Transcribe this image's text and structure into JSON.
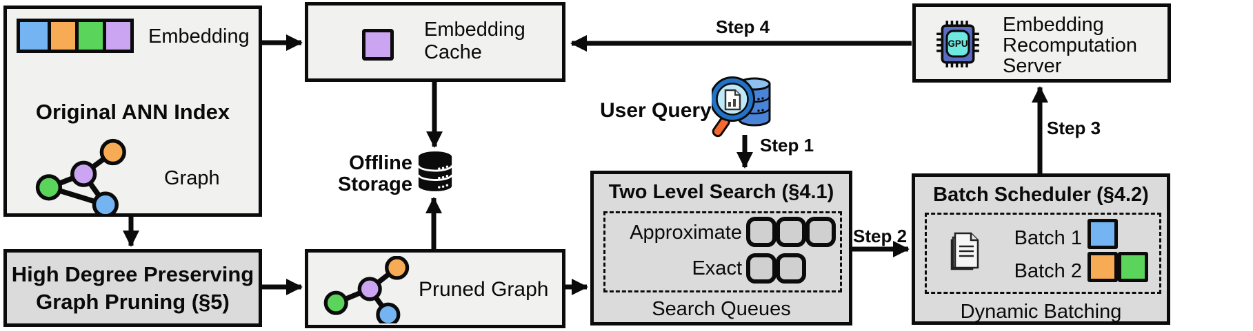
{
  "palette": {
    "blue": "#74B4F2",
    "orange": "#F7AB55",
    "green": "#5BD45B",
    "purple": "#CBA5F1"
  },
  "surfaces": {
    "box_light": "#f1f1f0",
    "box_dark": "#dbdbdb",
    "queue_fill": "#d0d0d0",
    "border": "#0b0b0b"
  },
  "index_box": {
    "title": "Original ANN Index",
    "embedding_label": "Embedding",
    "graph_label": "Graph"
  },
  "cache_box": {
    "line1": "Embedding",
    "line2": "Cache"
  },
  "offline_storage": {
    "line1": "Offline",
    "line2": "Storage"
  },
  "pruning_box": {
    "line1": "High Degree Preserving",
    "line2": "Graph Pruning (§5)"
  },
  "pruned_box": {
    "label": "Pruned Graph"
  },
  "user_query": {
    "label": "User Query"
  },
  "steps": {
    "s1": "Step 1",
    "s2": "Step 2",
    "s3": "Step 3",
    "s4": "Step 4"
  },
  "search_box": {
    "title": "Two Level Search (§4.1)",
    "approximate_label": "Approximate",
    "exact_label": "Exact",
    "caption": "Search Queues",
    "approximate_queue_count": 3,
    "exact_queue_count": 2
  },
  "batch_box": {
    "title": "Batch Scheduler (§4.2)",
    "batch1_label": "Batch 1",
    "batch2_label": "Batch 2",
    "caption": "Dynamic Batching",
    "batch1_colors": [
      "#74B4F2"
    ],
    "batch2_colors": [
      "#F7AB55",
      "#5BD45B"
    ]
  },
  "server_box": {
    "line1": "Embedding",
    "line2": "Recomputation",
    "line3": "Server",
    "gpu_label": "GPU"
  }
}
